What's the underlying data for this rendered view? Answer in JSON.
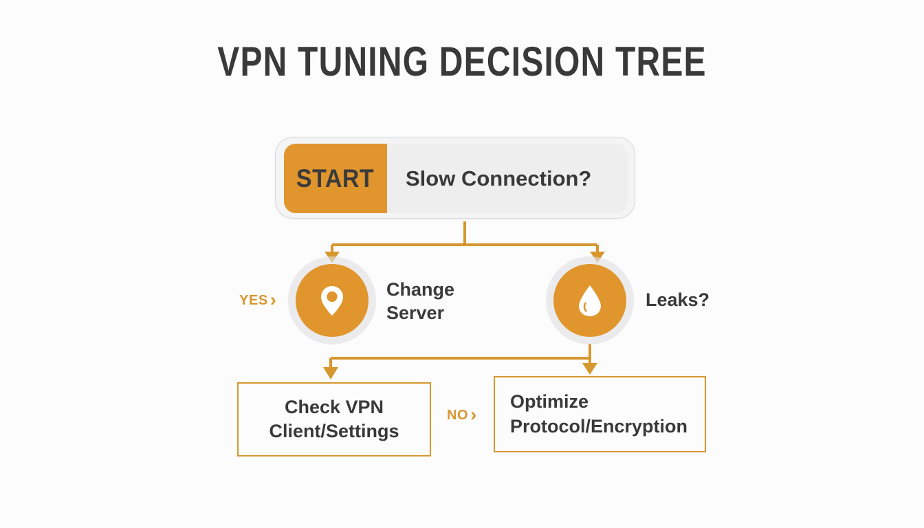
{
  "page": {
    "title": "VPN TUNING DECISION TREE",
    "background_color": "#fcfcfc",
    "accent_color": "#e0962d",
    "text_color": "#39393a"
  },
  "start_node": {
    "badge_label": "START",
    "question": "Slow Connection?",
    "badge_color": "#e0962d",
    "panel_color": "#eeeeef"
  },
  "branches": {
    "yes_label": "YES",
    "no_label": "NO",
    "chevron": "›"
  },
  "decision_nodes": [
    {
      "id": "change-server",
      "icon": "map-pin-icon",
      "label": "Change\nServer",
      "circle_color": "#e0962d"
    },
    {
      "id": "leaks",
      "icon": "water-drop-icon",
      "label": "Leaks?",
      "circle_color": "#e0962d"
    }
  ],
  "outcomes": [
    {
      "id": "check-vpn",
      "label": "Check VPN\nClient/Settings",
      "border_color": "#d8962f"
    },
    {
      "id": "optimize",
      "label": "Optimize\nProtocol/Encryption",
      "border_color": "#d8962f"
    }
  ],
  "chart_data": {
    "type": "diagram",
    "title": "VPN TUNING DECISION TREE",
    "nodes": [
      {
        "id": "start",
        "text": "START | Slow Connection?",
        "shape": "rounded-pill",
        "level": 0
      },
      {
        "id": "change-server",
        "text": "Change Server",
        "shape": "circle-icon",
        "icon": "map-pin",
        "level": 1
      },
      {
        "id": "leaks",
        "text": "Leaks?",
        "shape": "circle-icon",
        "icon": "water-drop",
        "level": 1
      },
      {
        "id": "check-vpn",
        "text": "Check VPN Client/Settings",
        "shape": "rectangle",
        "level": 2
      },
      {
        "id": "optimize",
        "text": "Optimize Protocol/Encryption",
        "shape": "rectangle",
        "level": 2
      }
    ],
    "edges": [
      {
        "from": "start",
        "to": "change-server",
        "label": "YES"
      },
      {
        "from": "start",
        "to": "leaks",
        "label": ""
      },
      {
        "from": "leaks",
        "to": "check-vpn",
        "label": ""
      },
      {
        "from": "leaks",
        "to": "optimize",
        "label": "NO"
      }
    ]
  }
}
